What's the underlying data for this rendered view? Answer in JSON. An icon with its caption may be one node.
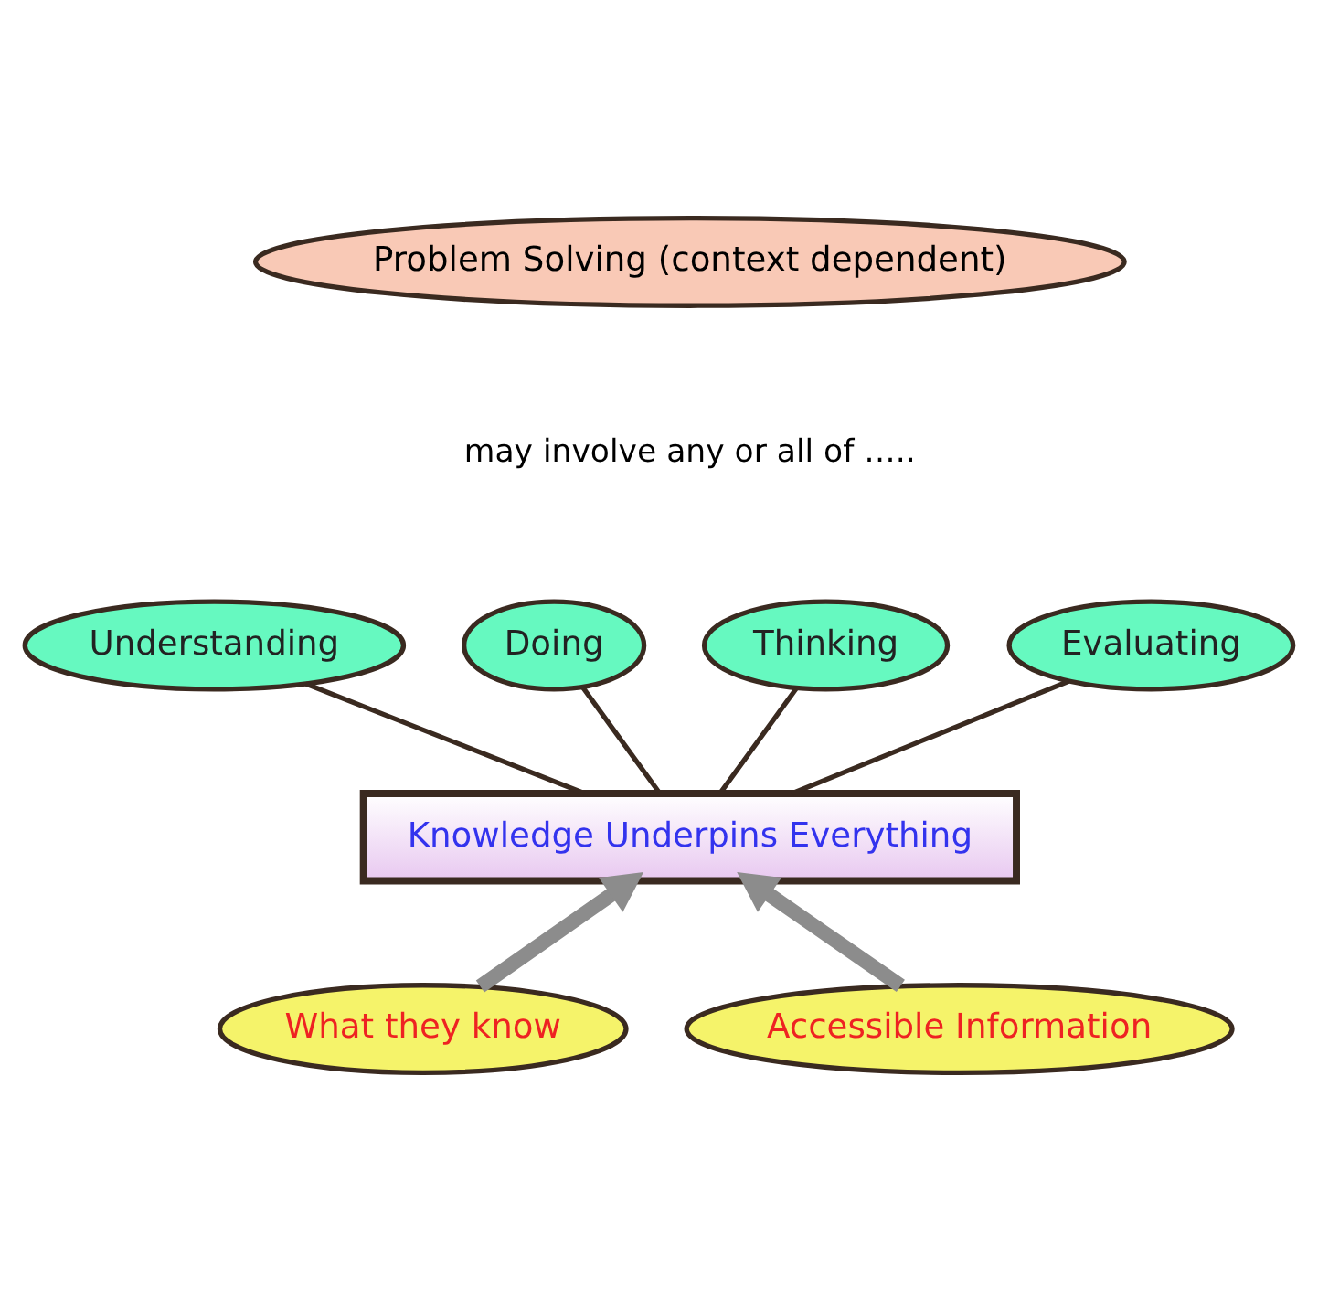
{
  "diagram": {
    "nodes": [
      {
        "text": [
          "Problem Solving (context dependent)"
        ]
      },
      {
        "text": [
          "Understanding"
        ]
      },
      {
        "text": [
          "Doing"
        ]
      },
      {
        "text": [
          "Thinking"
        ]
      },
      {
        "text": [
          "Evaluating"
        ]
      },
      {
        "text": [
          "Knowledge Underpins Everything"
        ]
      },
      {
        "text": [
          "What they know"
        ]
      },
      {
        "text": [
          "Accessible Information"
        ]
      }
    ],
    "edges": [
      {
        "from": 1,
        "to": 5,
        "arrow": "none"
      },
      {
        "from": 2,
        "to": 5,
        "arrow": "none"
      },
      {
        "from": 3,
        "to": 5,
        "arrow": "none"
      },
      {
        "from": 4,
        "to": 5,
        "arrow": "none"
      },
      {
        "from": 6,
        "to": 5,
        "arrow": "to",
        "style": "thick",
        "color": "#8c8c8c"
      },
      {
        "from": 7,
        "to": 5,
        "arrow": "to",
        "style": "thick",
        "color": "#8c8c8c"
      }
    ],
    "labels": [
      "may involve any or all of ….."
    ]
  }
}
